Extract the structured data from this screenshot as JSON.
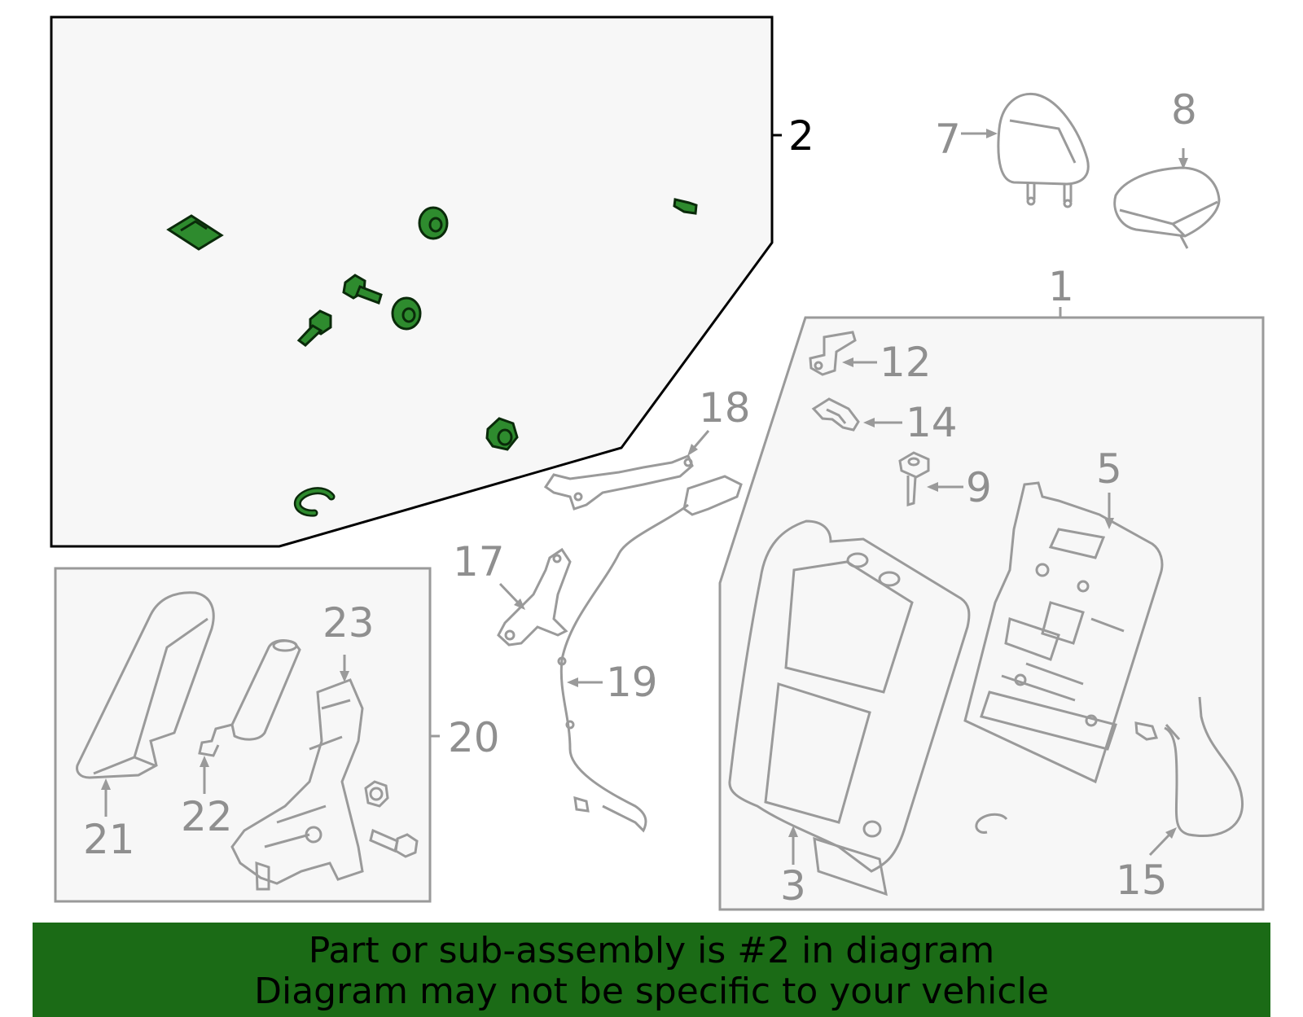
{
  "diagram": {
    "highlighted_part": "2",
    "colors": {
      "highlight": "#1b6b16",
      "part_fill": "#2e8b2e",
      "outline": "#9a9a9a",
      "box_fill": "#f7f7f7"
    },
    "callouts": {
      "c1": "1",
      "c2": "2",
      "c3": "3",
      "c5": "5",
      "c7": "7",
      "c8": "8",
      "c9": "9",
      "c12": "12",
      "c14": "14",
      "c15": "15",
      "c17": "17",
      "c18": "18",
      "c19": "19",
      "c20": "20",
      "c21": "21",
      "c22": "22",
      "c23": "23"
    }
  },
  "banner": {
    "line1": "Part or sub-assembly is #2 in diagram",
    "line2": "Diagram may not be specific to your vehicle"
  }
}
